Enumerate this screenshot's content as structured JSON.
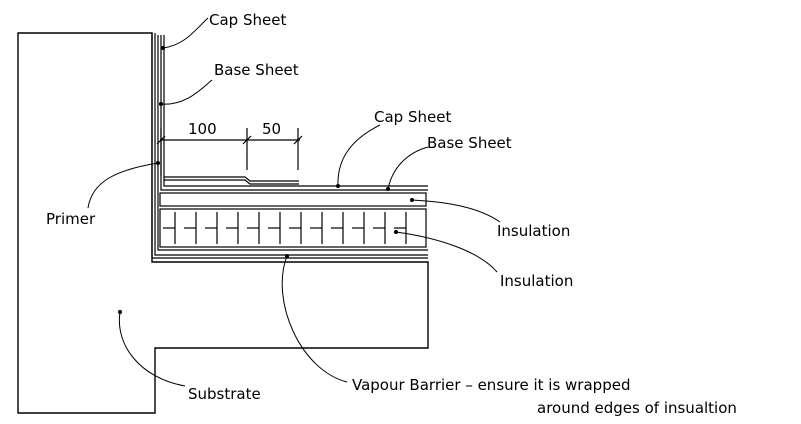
{
  "labels": {
    "cap_sheet_upstand": "Cap Sheet",
    "base_sheet_upstand": "Base Sheet",
    "dim_100": "100",
    "dim_50": "50",
    "cap_sheet_roof": "Cap Sheet",
    "base_sheet_roof": "Base Sheet",
    "primer": "Primer",
    "insulation_top": "Insulation",
    "insulation_bottom": "Insulation",
    "substrate": "Substrate",
    "vapour_barrier_line1": "Vapour Barrier  –  ensure it is wrapped",
    "vapour_barrier_line2": "around edges of insualtion"
  },
  "colors": {
    "line": "#000000",
    "background": "#ffffff"
  }
}
